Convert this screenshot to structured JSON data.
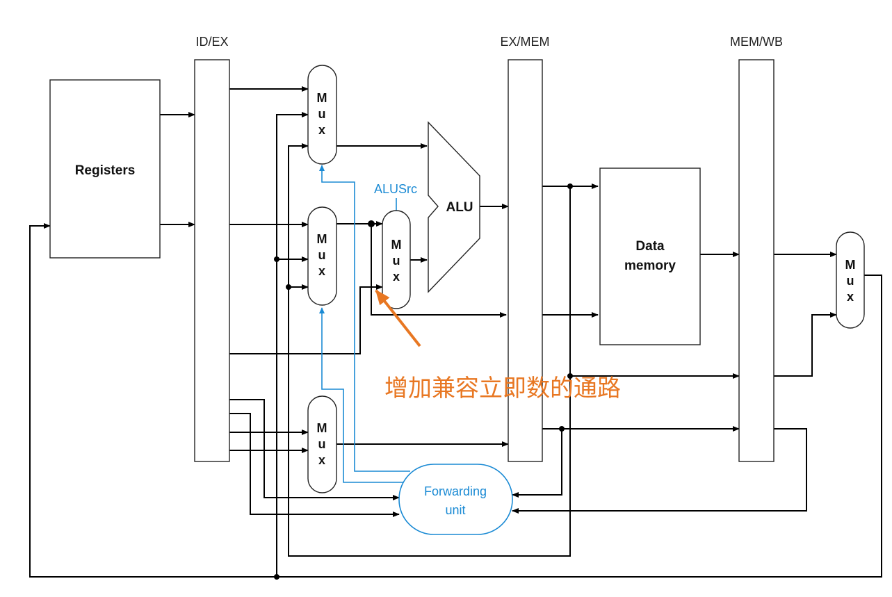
{
  "labels": {
    "id_ex": "ID/EX",
    "ex_mem": "EX/MEM",
    "mem_wb": "MEM/WB",
    "registers": "Registers",
    "alusrc": "ALUSrc",
    "alu": "ALU",
    "data_memory_line1": "Data",
    "data_memory_line2": "memory",
    "forwarding_line1": "Forwarding",
    "forwarding_line2": "unit",
    "mux": [
      "M",
      "u",
      "x"
    ],
    "annotation": "增加兼容立即数的通路"
  },
  "colors": {
    "wire": "#000000",
    "forwarding": "#1a8ad4",
    "annotation": "#e87722"
  }
}
